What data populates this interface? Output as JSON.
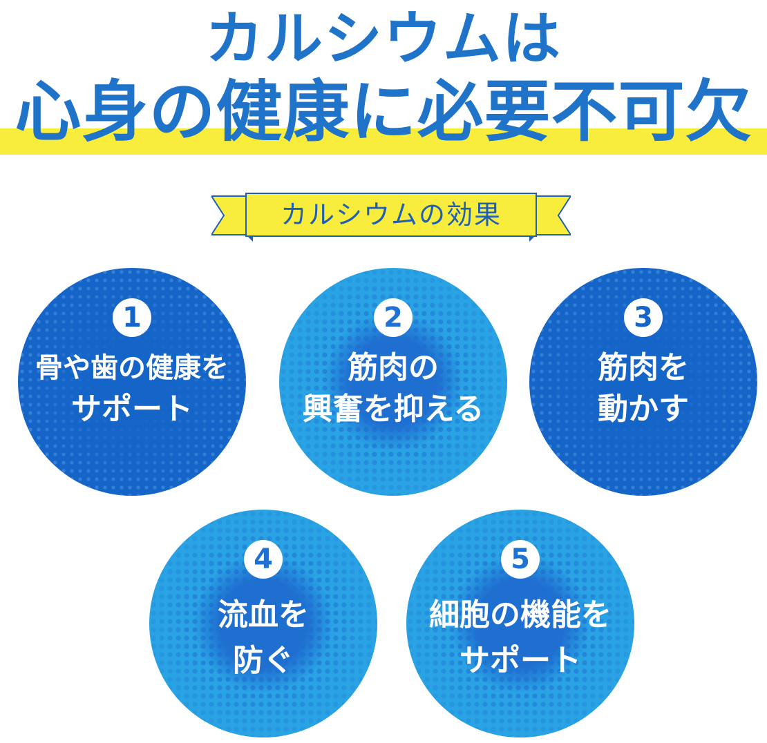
{
  "headline": {
    "line1": "カルシウムは",
    "line2": "心身の健康に必要不可欠"
  },
  "ribbon": {
    "label": "カルシウムの効果"
  },
  "effects": [
    {
      "number": "1",
      "line1": "骨や歯の健康を",
      "line2": "サポート"
    },
    {
      "number": "2",
      "line1": "筋肉の",
      "line2": "興奮を抑える"
    },
    {
      "number": "3",
      "line1": "筋肉を",
      "line2": "動かす"
    },
    {
      "number": "4",
      "line1": "流血を",
      "line2": "防ぐ"
    },
    {
      "number": "5",
      "line1": "細胞の機能を",
      "line2": "サポート"
    }
  ],
  "colors": {
    "primary_blue": "#1f73c8",
    "dark_circle": "#1565c8",
    "light_circle": "#29a3e4",
    "highlight_yellow": "#f8ec3c"
  }
}
